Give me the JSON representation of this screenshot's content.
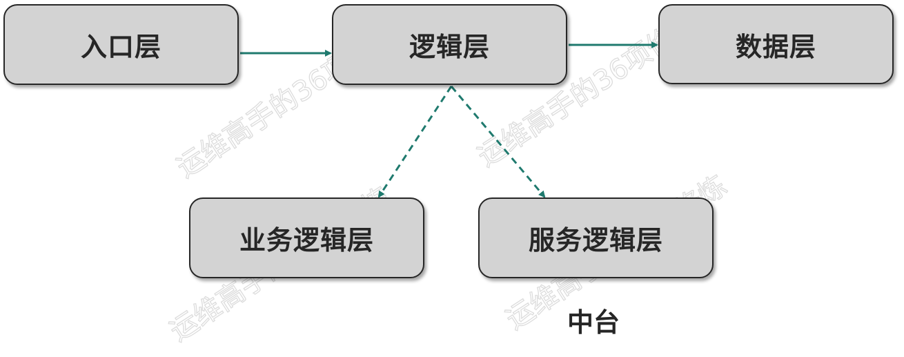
{
  "diagram": {
    "nodes": {
      "entry": "入口层",
      "logic": "逻辑层",
      "data": "数据层",
      "business_logic": "业务逻辑层",
      "service_logic": "服务逻辑层"
    },
    "annotation": "中台",
    "edges": [
      {
        "from": "entry",
        "to": "logic",
        "style": "solid"
      },
      {
        "from": "logic",
        "to": "data",
        "style": "solid"
      },
      {
        "from": "logic",
        "to": "business_logic",
        "style": "dashed"
      },
      {
        "from": "logic",
        "to": "service_logic",
        "style": "dashed"
      }
    ],
    "colors": {
      "arrow": "#1f7a6e",
      "node_fill": "#d3d3d3",
      "node_border": "#262626",
      "text": "#262626",
      "watermark": "#d9d9d9"
    }
  },
  "watermark": {
    "text": "运维高手的36项修炼"
  }
}
